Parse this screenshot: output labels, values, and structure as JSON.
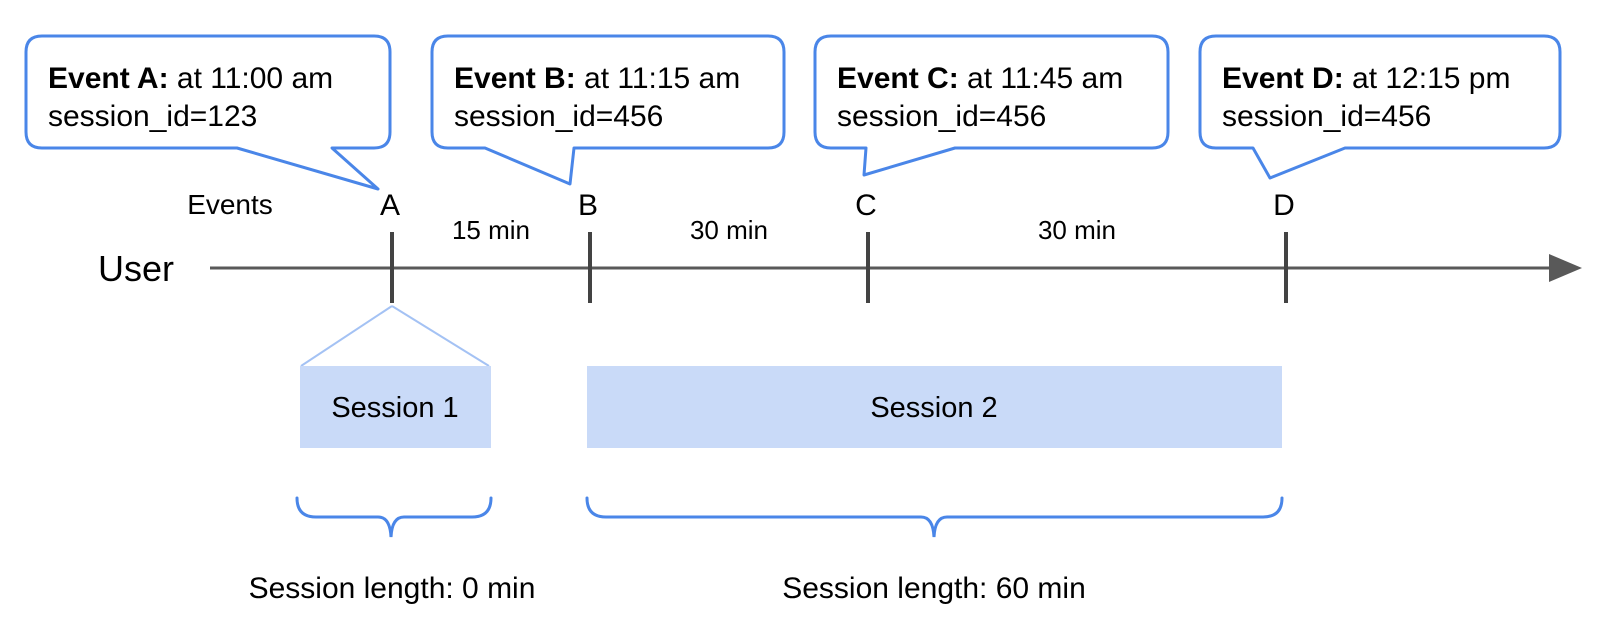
{
  "diagram": {
    "axis": {
      "events_label": "Events",
      "user_label": "User"
    },
    "callouts": [
      {
        "title": "Event A:",
        "detail": " at 11:00 am",
        "session_id": "session_id=123"
      },
      {
        "title": "Event B:",
        "detail": " at 11:15 am",
        "session_id": "session_id=456"
      },
      {
        "title": "Event C:",
        "detail": " at 11:45 am",
        "session_id": "session_id=456"
      },
      {
        "title": "Event D:",
        "detail": " at 12:15 pm",
        "session_id": "session_id=456"
      }
    ],
    "event_marks": [
      "A",
      "B",
      "C",
      "D"
    ],
    "intervals": [
      "15 min",
      "30 min",
      "30 min"
    ],
    "sessions": [
      "Session 1",
      "Session 2"
    ],
    "session_lengths": [
      "Session length: 0 min",
      "Session length: 60 min"
    ],
    "colors": {
      "callout_border": "#4a86e8",
      "session_fill": "#c9daf8",
      "funnel_line": "#a4c2f4",
      "axis_line": "#595959",
      "tick_mark": "#434343",
      "brace": "#4a86e8",
      "text": "#000000"
    }
  }
}
